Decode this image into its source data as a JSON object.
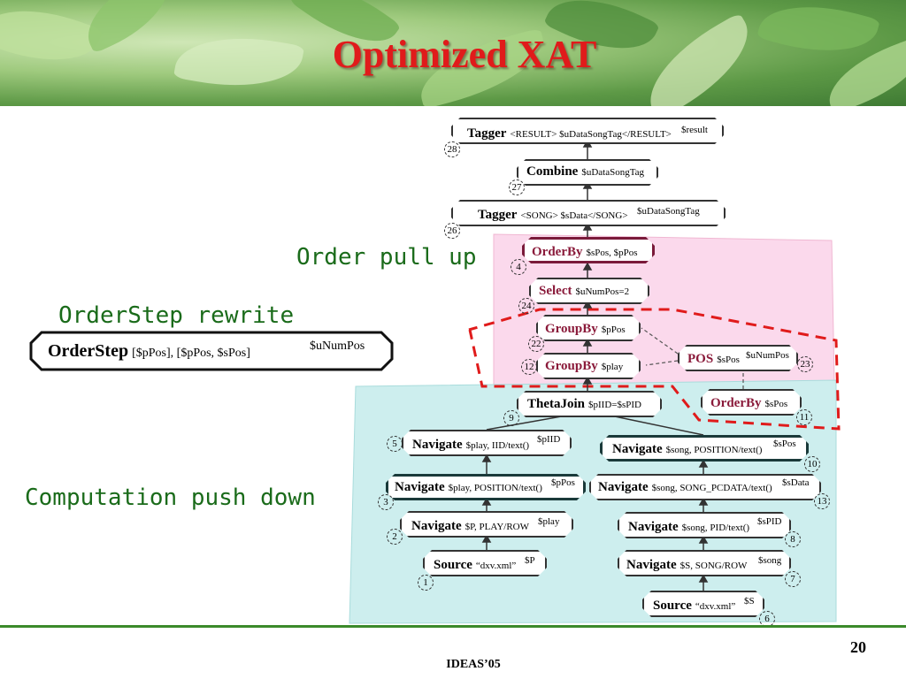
{
  "title": "Optimized XAT",
  "labels": {
    "order_pull_up": "Order pull up",
    "orderstep_rewrite": "OrderStep rewrite",
    "computation_push_down": "Computation push down"
  },
  "orderstep": {
    "op": "OrderStep",
    "args": "[$pPos],  [$pPos, $sPos]",
    "out": "$uNumPos"
  },
  "nodes": {
    "n28": {
      "op": "Tagger",
      "args": "<RESULT> $uDataSongTag</RESULT>",
      "out": "$result",
      "num": "28"
    },
    "n27": {
      "op": "Combine",
      "args": "$uDataSongTag",
      "out": "",
      "num": "27"
    },
    "n26": {
      "op": "Tagger",
      "args": "<SONG> $sData</SONG>",
      "out": "$uDataSongTag",
      "num": "26"
    },
    "n4": {
      "op": "OrderBy",
      "args": "$sPos, $pPos",
      "out": "",
      "num": "4"
    },
    "n24": {
      "op": "Select",
      "args": "$uNumPos=2",
      "out": "",
      "num": "24"
    },
    "n22": {
      "op": "GroupBy",
      "args": "$pPos",
      "out": "",
      "num": "22"
    },
    "n12": {
      "op": "GroupBy",
      "args": "$play",
      "out": "",
      "num": "12"
    },
    "n23": {
      "op": "POS",
      "args": "$sPos",
      "out": "$uNumPos",
      "num": "23"
    },
    "n11": {
      "op": "OrderBy",
      "args": "$sPos",
      "out": "",
      "num": "11"
    },
    "n9": {
      "op": "ThetaJoin",
      "args": "$pIID=$sPID",
      "out": "",
      "num": "9"
    },
    "n5": {
      "op": "Navigate",
      "args": "$play, IID/text()",
      "out": "$pIID",
      "num": "5"
    },
    "n10": {
      "op": "Navigate",
      "args": "$song, POSITION/text()",
      "out": "$sPos",
      "num": "10"
    },
    "n3": {
      "op": "Navigate",
      "args": "$play, POSITION/text()",
      "out": "$pPos",
      "num": "3"
    },
    "n13": {
      "op": "Navigate",
      "args": "$song, SONG_PCDATA/text()",
      "out": "$sData",
      "num": "13"
    },
    "n2": {
      "op": "Navigate",
      "args": "$P, PLAY/ROW",
      "out": "$play",
      "num": "2"
    },
    "n8": {
      "op": "Navigate",
      "args": "$song, PID/text()",
      "out": "$sPID",
      "num": "8"
    },
    "n1": {
      "op": "Source",
      "args": "“dxv.xml”",
      "out": "$P",
      "num": "1"
    },
    "n7": {
      "op": "Navigate",
      "args": "$S,  SONG/ROW",
      "out": "$song",
      "num": "7"
    },
    "n6": {
      "op": "Source",
      "args": "“dxv.xml”",
      "out": "$S",
      "num": "6"
    }
  },
  "colors": {
    "title": "#e01b1b",
    "pull_up_region": "#fbd9ec",
    "push_down_region": "#cdeeee",
    "dashed_boundary": "#e01b1b",
    "label_green": "#1a6b1a",
    "footer_rule": "#3b8a2a"
  },
  "footer": {
    "page": "20",
    "text": "IDEAS’05"
  }
}
